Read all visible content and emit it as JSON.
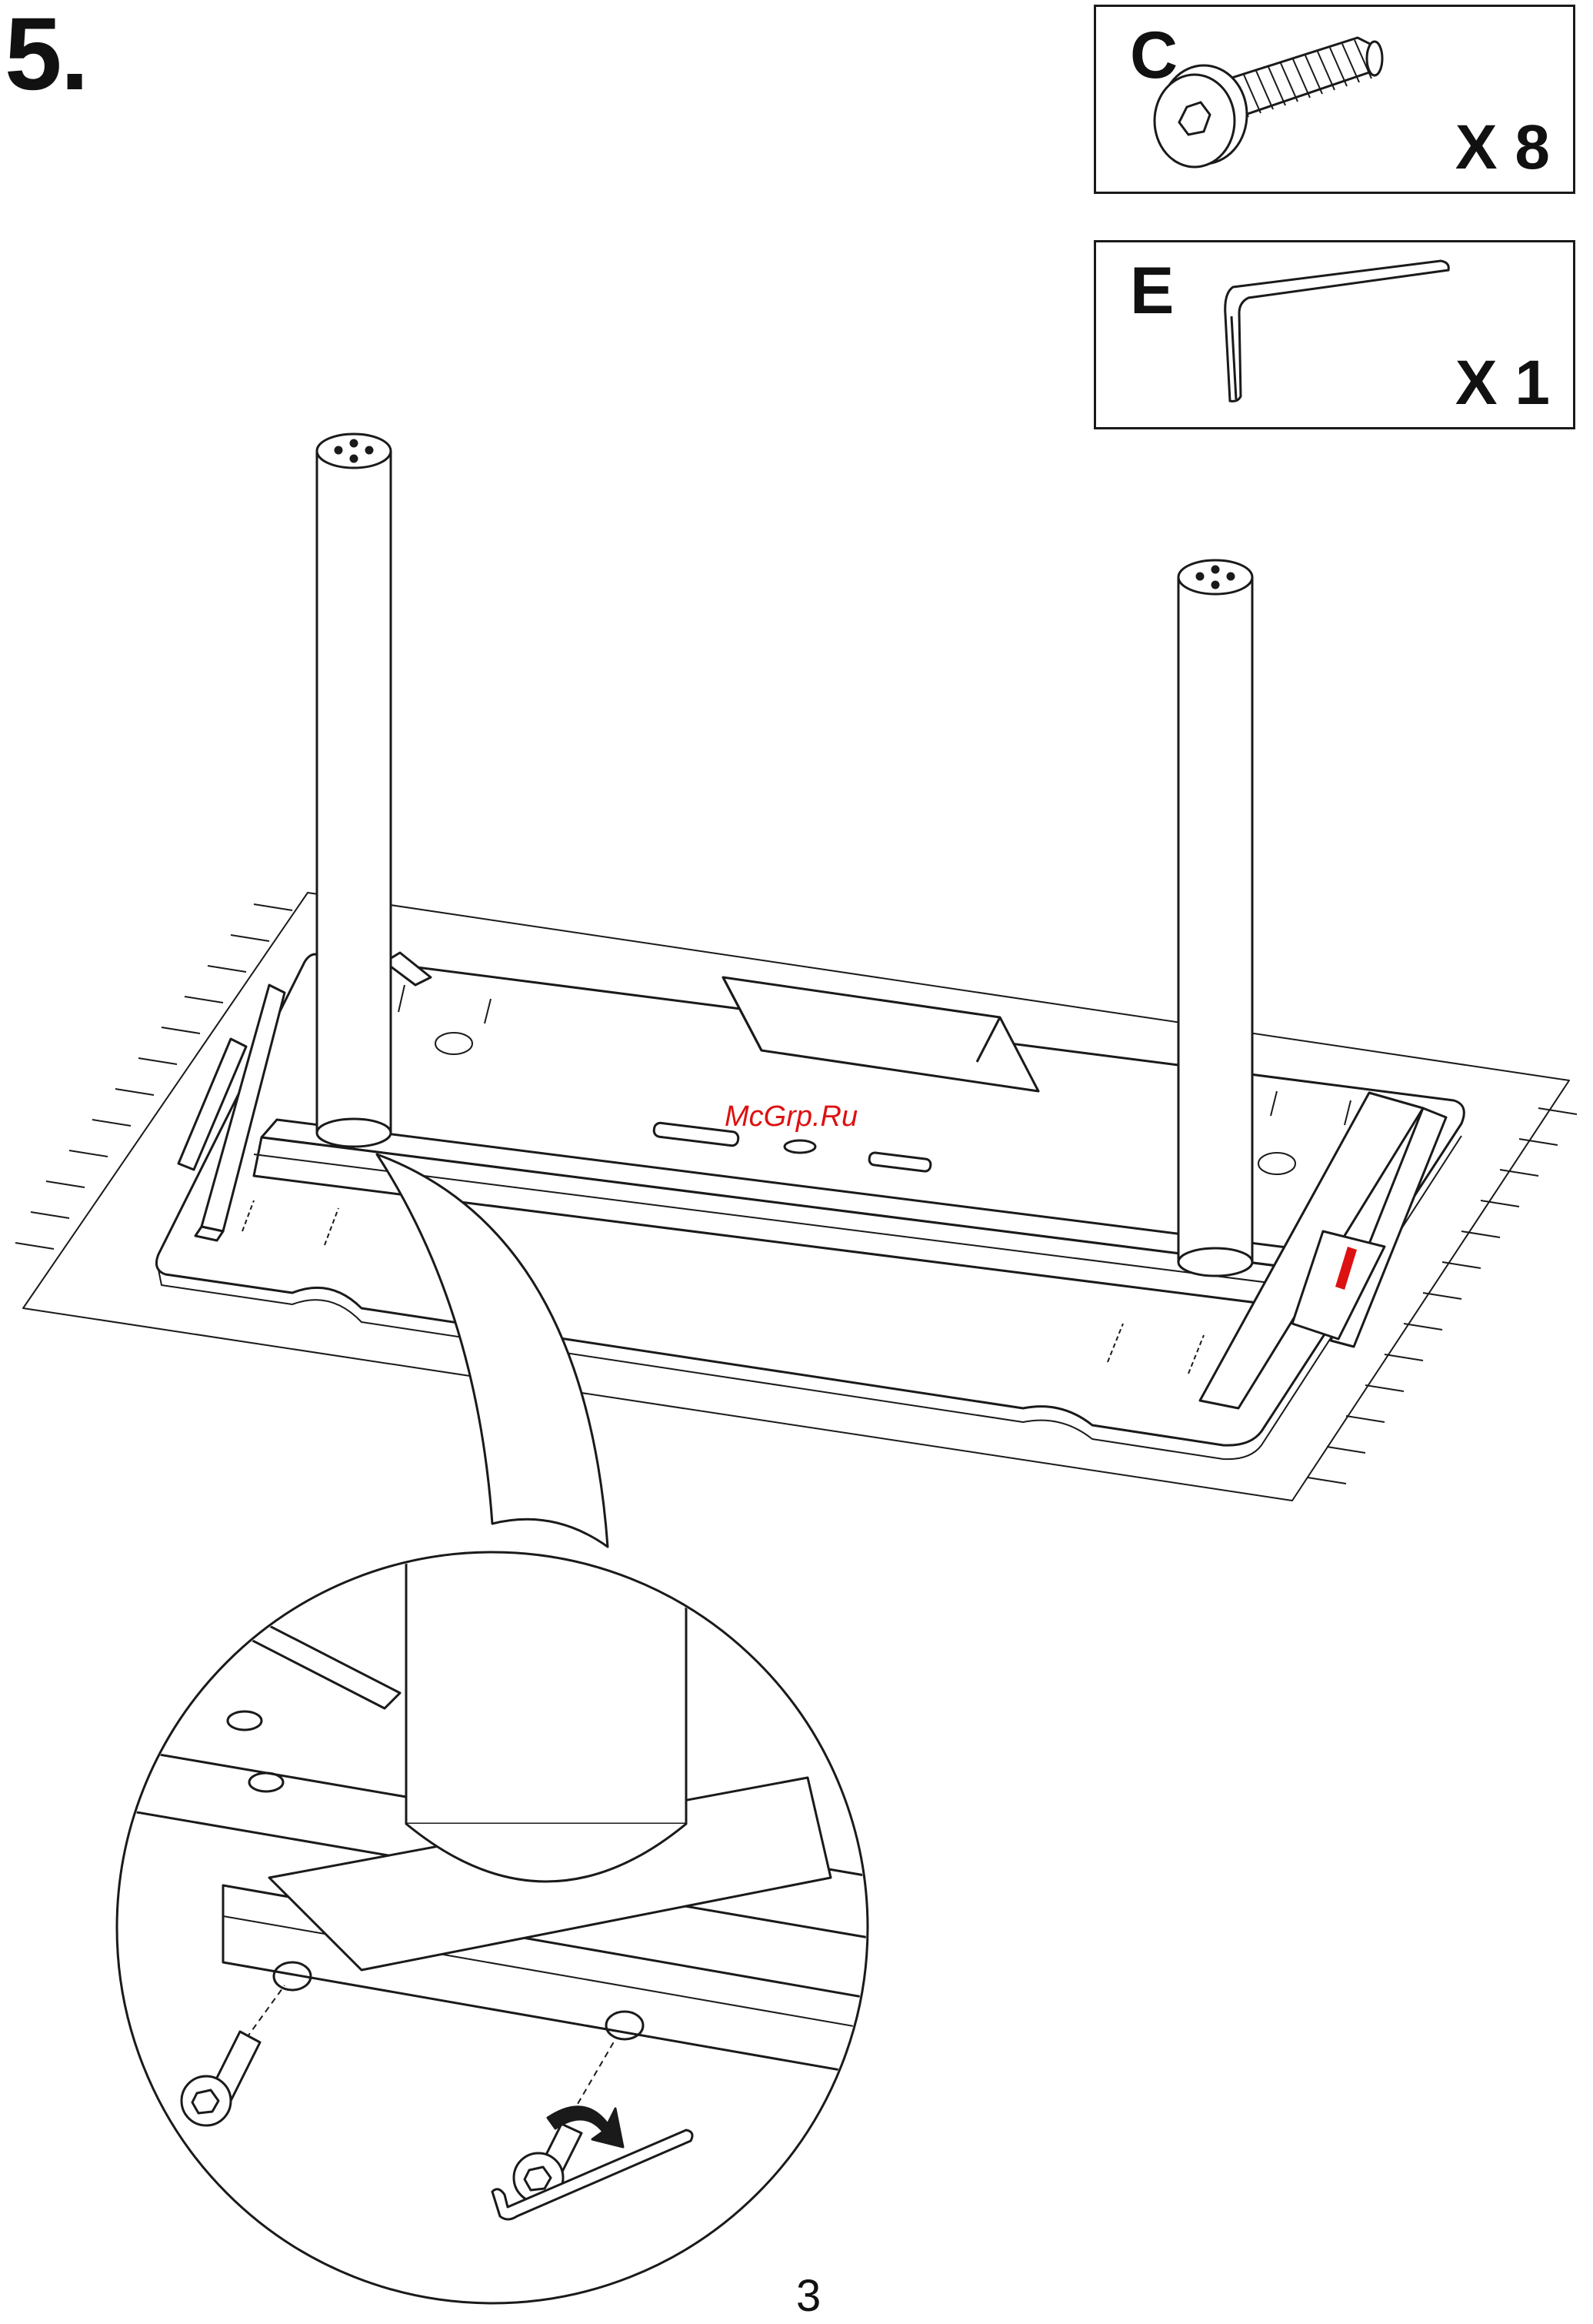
{
  "step": {
    "number": "5."
  },
  "parts": [
    {
      "letter": "C",
      "quantity": "X 8",
      "icon": "hex-bolt-icon"
    },
    {
      "letter": "E",
      "quantity": "X 1",
      "icon": "allen-key-icon"
    }
  ],
  "watermark": "McGrp.Ru",
  "page_number": "3",
  "colors": {
    "line": "#1a1a1a",
    "watermark": "#dd1111"
  }
}
